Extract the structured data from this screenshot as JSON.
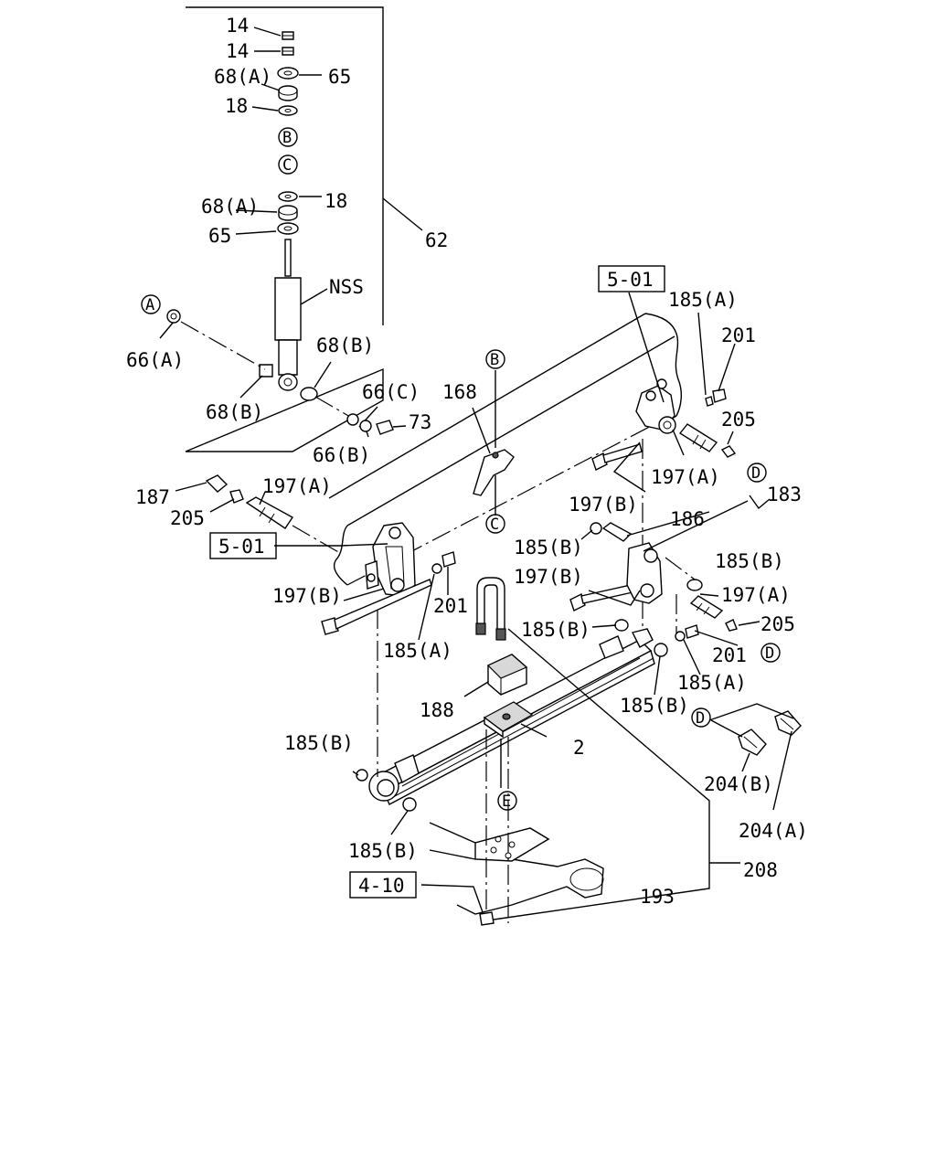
{
  "callouts": {
    "c_14a": "14",
    "c_14b": "14",
    "c_68a_top": "68(A)",
    "c_65_top": "65",
    "c_18_top": "18",
    "c_68a_mid": "68(A)",
    "c_18_mid": "18",
    "c_65_mid": "65",
    "c_62": "62",
    "c_nss": "NSS",
    "c_68b_r": "68(B)",
    "c_68b_l": "68(B)",
    "c_66a": "66(A)",
    "c_66c": "66(C)",
    "c_66b": "66(B)",
    "c_73": "73",
    "c_168": "168",
    "c_185a_top": "185(A)",
    "c_201_top": "201",
    "c_205_top": "205",
    "c_197a_tr": "197(A)",
    "c_197b_tr": "197(B)",
    "c_183": "183",
    "c_186": "186",
    "c_185b_r1": "185(B)",
    "c_185b_r2": "185(B)",
    "c_197b_mid": "197(B)",
    "c_197a_r": "197(A)",
    "c_205_r": "205",
    "c_201_r": "201",
    "c_185b_mid": "185(B)",
    "c_185a_r": "185(A)",
    "c_185b_r3": "185(B)",
    "c_187": "187",
    "c_197a_l": "197(A)",
    "c_205_l": "205",
    "c_197b_l": "197(B)",
    "c_201_l": "201",
    "c_185a_l": "185(A)",
    "c_188": "188",
    "c_2": "2",
    "c_185b_l1": "185(B)",
    "c_185b_l2": "185(B)",
    "c_204b": "204(B)",
    "c_204a": "204(A)",
    "c_208": "208",
    "c_193": "193"
  },
  "refs": {
    "ref_501_top": "5-01",
    "ref_501_left": "5-01",
    "ref_410": "4-10"
  },
  "markers": {
    "m_b_top": "B",
    "m_c_top": "C",
    "m_a_left": "A",
    "m_b_bracket": "B",
    "m_c_bracket": "C",
    "m_d_top": "D",
    "m_d_mid": "D",
    "m_d_grease": "D",
    "m_e": "E"
  }
}
